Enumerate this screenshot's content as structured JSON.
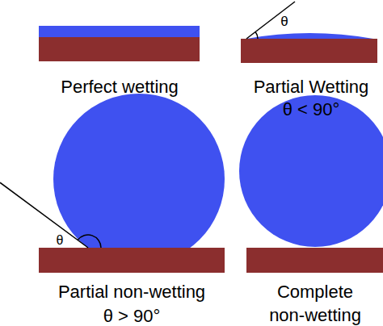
{
  "diagram": {
    "labels": [
      "Perfect wetting",
      "Partial Wetting",
      "θ < 90°",
      "θ",
      "Partial non-wetting",
      "θ > 90°",
      "θ",
      "Complete non-wetting"
    ]
  }
}
